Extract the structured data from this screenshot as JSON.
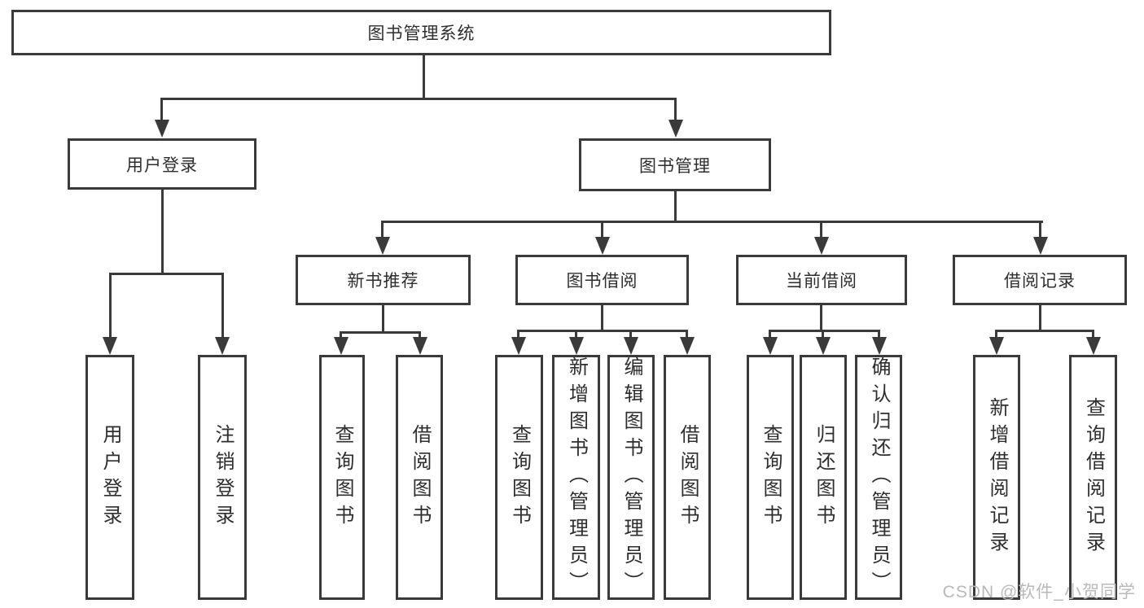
{
  "diagram": {
    "title": "图书管理系统",
    "root": {
      "label": "图书管理系统"
    },
    "level1": [
      {
        "label": "用户登录"
      },
      {
        "label": "图书管理"
      }
    ],
    "level2": [
      {
        "label": "新书推荐",
        "parent": "图书管理"
      },
      {
        "label": "图书借阅",
        "parent": "图书管理"
      },
      {
        "label": "当前借阅",
        "parent": "图书管理"
      },
      {
        "label": "借阅记录",
        "parent": "图书管理"
      }
    ],
    "leaves": [
      {
        "label": "用户登录",
        "parent": "用户登录"
      },
      {
        "label": "注销登录",
        "parent": "用户登录"
      },
      {
        "label": "查询图书",
        "parent": "新书推荐"
      },
      {
        "label": "借阅图书",
        "parent": "新书推荐"
      },
      {
        "label": "查询图书",
        "parent": "图书借阅"
      },
      {
        "label": "新增图书（管理员）",
        "parent": "图书借阅"
      },
      {
        "label": "编辑图书（管理员）",
        "parent": "图书借阅"
      },
      {
        "label": "借阅图书",
        "parent": "图书借阅"
      },
      {
        "label": "查询图书",
        "parent": "当前借阅"
      },
      {
        "label": "归还图书",
        "parent": "当前借阅"
      },
      {
        "label": "确认归还（管理员）",
        "parent": "当前借阅"
      },
      {
        "label": "新增借阅记录",
        "parent": "借阅记录"
      },
      {
        "label": "查询借阅记录",
        "parent": "借阅记录"
      }
    ]
  },
  "watermark": {
    "text": "CSDN @软件_小贺同学"
  },
  "colors": {
    "line": "#3a3a3a",
    "text": "#2e2e2e",
    "watermark": "#b9b9b9",
    "background": "#ffffff"
  }
}
